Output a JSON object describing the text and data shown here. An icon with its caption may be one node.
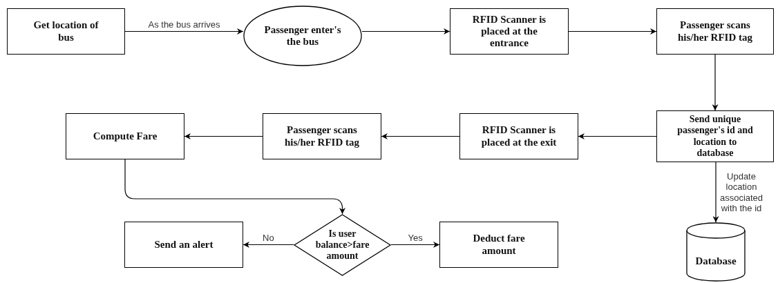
{
  "diagram": {
    "nodes": [
      {
        "text": [
          "Get location of bus"
        ]
      },
      {
        "text": [
          "Passenger enter's the bus"
        ]
      },
      {
        "text": [
          "RFID Scanner is placed at the entrance"
        ]
      },
      {
        "text": [
          "Passenger scans his/her RFID tag"
        ]
      },
      {
        "text": [
          "Send unique passenger's id and location to database"
        ]
      },
      {
        "text": [
          "RFID Scanner is placed at the exit"
        ]
      },
      {
        "text": [
          "Passenger scans his/her RFID tag"
        ]
      },
      {
        "text": [
          "Compute Fare"
        ]
      },
      {
        "text": [
          "Is user balance>fare amount"
        ]
      },
      {
        "text": [
          "Send an alert"
        ]
      },
      {
        "text": [
          "Deduct fare amount"
        ]
      },
      {
        "text": [
          "Database"
        ]
      }
    ],
    "edges": [
      {
        "from": 0,
        "to": 1,
        "arrow": "to",
        "label": "As the bus arrives"
      },
      {
        "from": 1,
        "to": 2,
        "arrow": "to"
      },
      {
        "from": 2,
        "to": 3,
        "arrow": "to"
      },
      {
        "from": 3,
        "to": 4,
        "arrow": "to"
      },
      {
        "from": 4,
        "to": 5,
        "arrow": "to"
      },
      {
        "from": 5,
        "to": 6,
        "arrow": "to"
      },
      {
        "from": 6,
        "to": 7,
        "arrow": "to"
      },
      {
        "from": 7,
        "to": 8,
        "arrow": "to"
      },
      {
        "from": 8,
        "to": 9,
        "arrow": "to",
        "label": "No"
      },
      {
        "from": 8,
        "to": 10,
        "arrow": "to",
        "label": "Yes"
      },
      {
        "from": 4,
        "to": 11,
        "arrow": "to",
        "label": "Update location associated with the id"
      }
    ]
  }
}
